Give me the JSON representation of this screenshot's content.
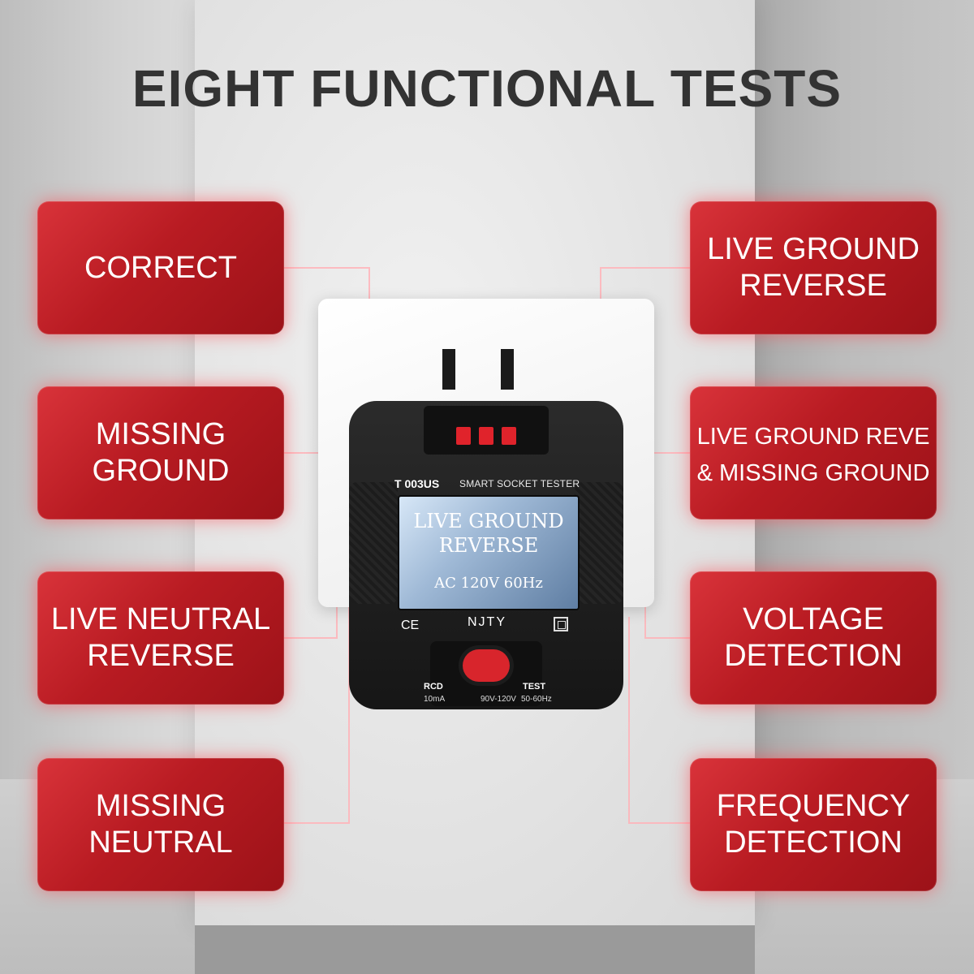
{
  "title": "EIGHT FUNCTIONAL TESTS",
  "left_tests": [
    {
      "line1": "CORRECT",
      "line2": ""
    },
    {
      "line1": "MISSING",
      "line2": "GROUND"
    },
    {
      "line1": "LIVE NEUTRAL",
      "line2": "REVERSE"
    },
    {
      "line1": "MISSING",
      "line2": "NEUTRAL"
    }
  ],
  "right_tests": [
    {
      "line1": "LIVE GROUND",
      "line2": "REVERSE"
    },
    {
      "line1": "LIVE GROUND REVE",
      "line2": "& MISSING GROUND"
    },
    {
      "line1": "VOLTAGE",
      "line2": "DETECTION"
    },
    {
      "line1": "FREQUENCY",
      "line2": "DETECTION"
    }
  ],
  "device": {
    "model": "T 003US",
    "title": "SMART SOCKET TESTER",
    "lcd_line1": "LIVE GROUND",
    "lcd_line2": "REVERSE",
    "lcd_line3": "AC  120V  60Hz",
    "ce": "CE",
    "brand": "NJTY",
    "rcd": "RCD",
    "test": "TEST",
    "spec1": "10mA",
    "spec2": "90V-120V",
    "spec3": "50-60Hz"
  },
  "colors": {
    "box": "#b81b22",
    "led": "#e0232b",
    "title": "#333333"
  }
}
